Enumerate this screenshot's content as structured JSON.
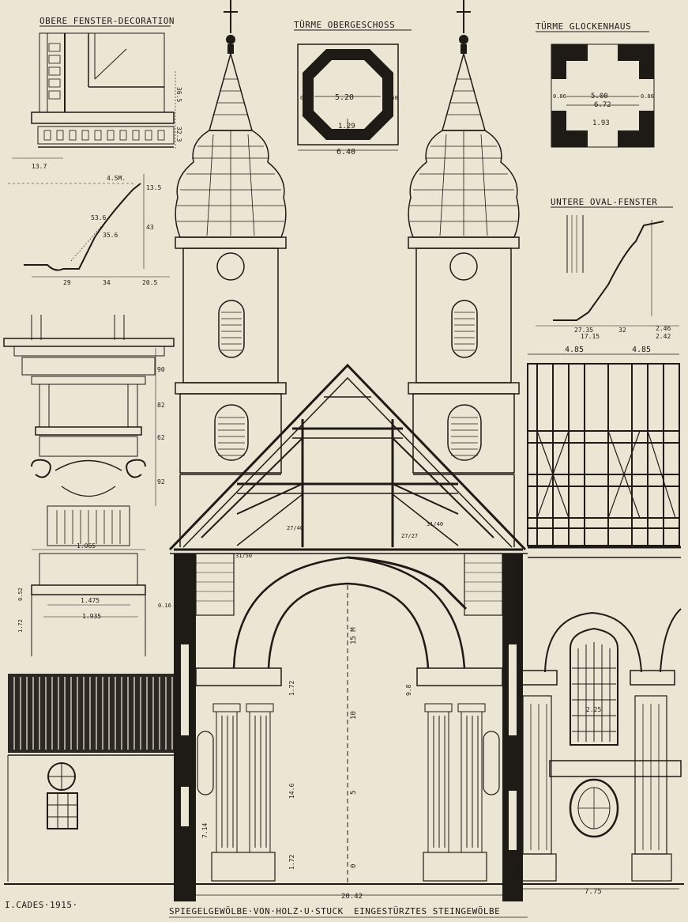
{
  "titles": {
    "window_detail": "OBERE FENSTER-DECORATION",
    "tower_upper": "TÜRME OBERGESCHOSS",
    "tower_bell": "TÜRME GLOCKENHAUS",
    "oval_window": "UNTERE OVAL-FENSTER"
  },
  "captions": {
    "signature": "I.CADES·1915·",
    "vault_left": "SPIEGELGEWÖLBE·VON·HOLZ·U·STUCK",
    "vault_right": "EINGESTÜRZTES STEINGEWÖLBE"
  },
  "dimensions": {
    "tower_upper_inner": "5.20",
    "tower_upper_outer": "6.40",
    "tower_upper_side_l": "0.60",
    "tower_upper_side_r": "0.60",
    "tower_upper_center": "1.29",
    "tower_bell_inner": "5.00",
    "tower_bell_outer": "6.72",
    "tower_bell_side_l": "0.86",
    "tower_bell_side_r": "0.86",
    "tower_bell_center": "1.93",
    "decor_height_1": "36.5",
    "decor_height_2": "32.3",
    "decor_width": "13.7",
    "profile_len": "53.6",
    "profile_len2": "35.6",
    "profile_m": "4.5M.",
    "profile_h": "43",
    "profile_h2": "13.5",
    "profile_b1": "29",
    "profile_b2": "34",
    "profile_b3": "20.5",
    "oval_b1": "27.35",
    "oval_b2": "32",
    "oval_b3": "2.46",
    "oval_b4": "2.42",
    "oval_b5": "17.15",
    "roof_half_l": "4.85",
    "roof_half_r": "4.85",
    "col_h1": "90",
    "col_h2": "82",
    "col_h3": "62",
    "col_h4": "92",
    "col_w1": "1.065",
    "col_w2": "1.475",
    "col_w3": "1.935",
    "col_small_l": "0.52",
    "col_small_l2": "1.72",
    "col_small_r": "0.16",
    "scale_label": "15 M",
    "scale_10": "10",
    "scale_5": "5",
    "scale_0": "0",
    "main_span": "20.42",
    "right_span": "7.75",
    "window_w": "2.25",
    "pier_h": "7.14",
    "pier_h2": "1.72",
    "pier_h3": "14.6",
    "pier_h4": "1.72",
    "nave_h": "9.8",
    "truss_1": "27/40",
    "truss_2": "31/40",
    "truss_3": "27/27",
    "truss_4": "31/50"
  },
  "colors": {
    "paper": "#ebe5d4",
    "ink": "#1e1b17"
  }
}
